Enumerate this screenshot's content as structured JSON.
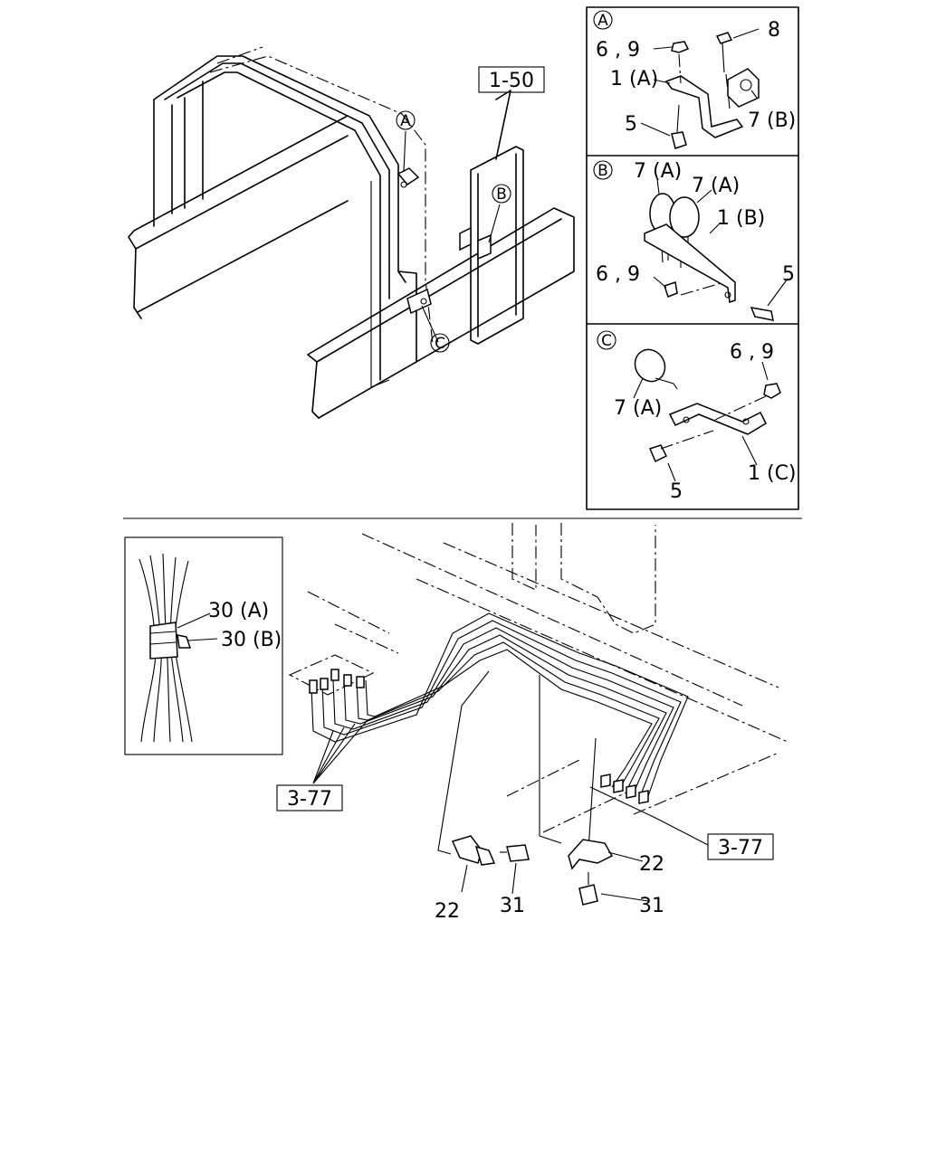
{
  "top_refs": {
    "ref_1_50": "1-50"
  },
  "top_callouts": {
    "a": "A",
    "b": "B",
    "c": "C"
  },
  "inset_a": {
    "key": "A",
    "labels": {
      "l6_9": "6 , 9",
      "l8": "8",
      "l1a": "1 (A)",
      "l5": "5",
      "l7b": "7 (B)"
    }
  },
  "inset_b": {
    "key": "B",
    "labels": {
      "l7a_1": "7 (A)",
      "l7a_2": "7 (A)",
      "l1b": "1 (B)",
      "l6_9": "6 , 9",
      "l5": "5"
    }
  },
  "inset_c": {
    "key": "C",
    "labels": {
      "l6_9": "6 , 9",
      "l7a": "7 (A)",
      "l5": "5",
      "l1c": "1 (C)"
    }
  },
  "bottom_inset": {
    "l30a": "30 (A)",
    "l30b": "30 (B)"
  },
  "bottom_refs": {
    "left": "3-77",
    "right": "3-77"
  },
  "bottom_labels": {
    "l22_left": "22",
    "l31_left": "31",
    "l22_right": "22",
    "l31_right": "31"
  }
}
